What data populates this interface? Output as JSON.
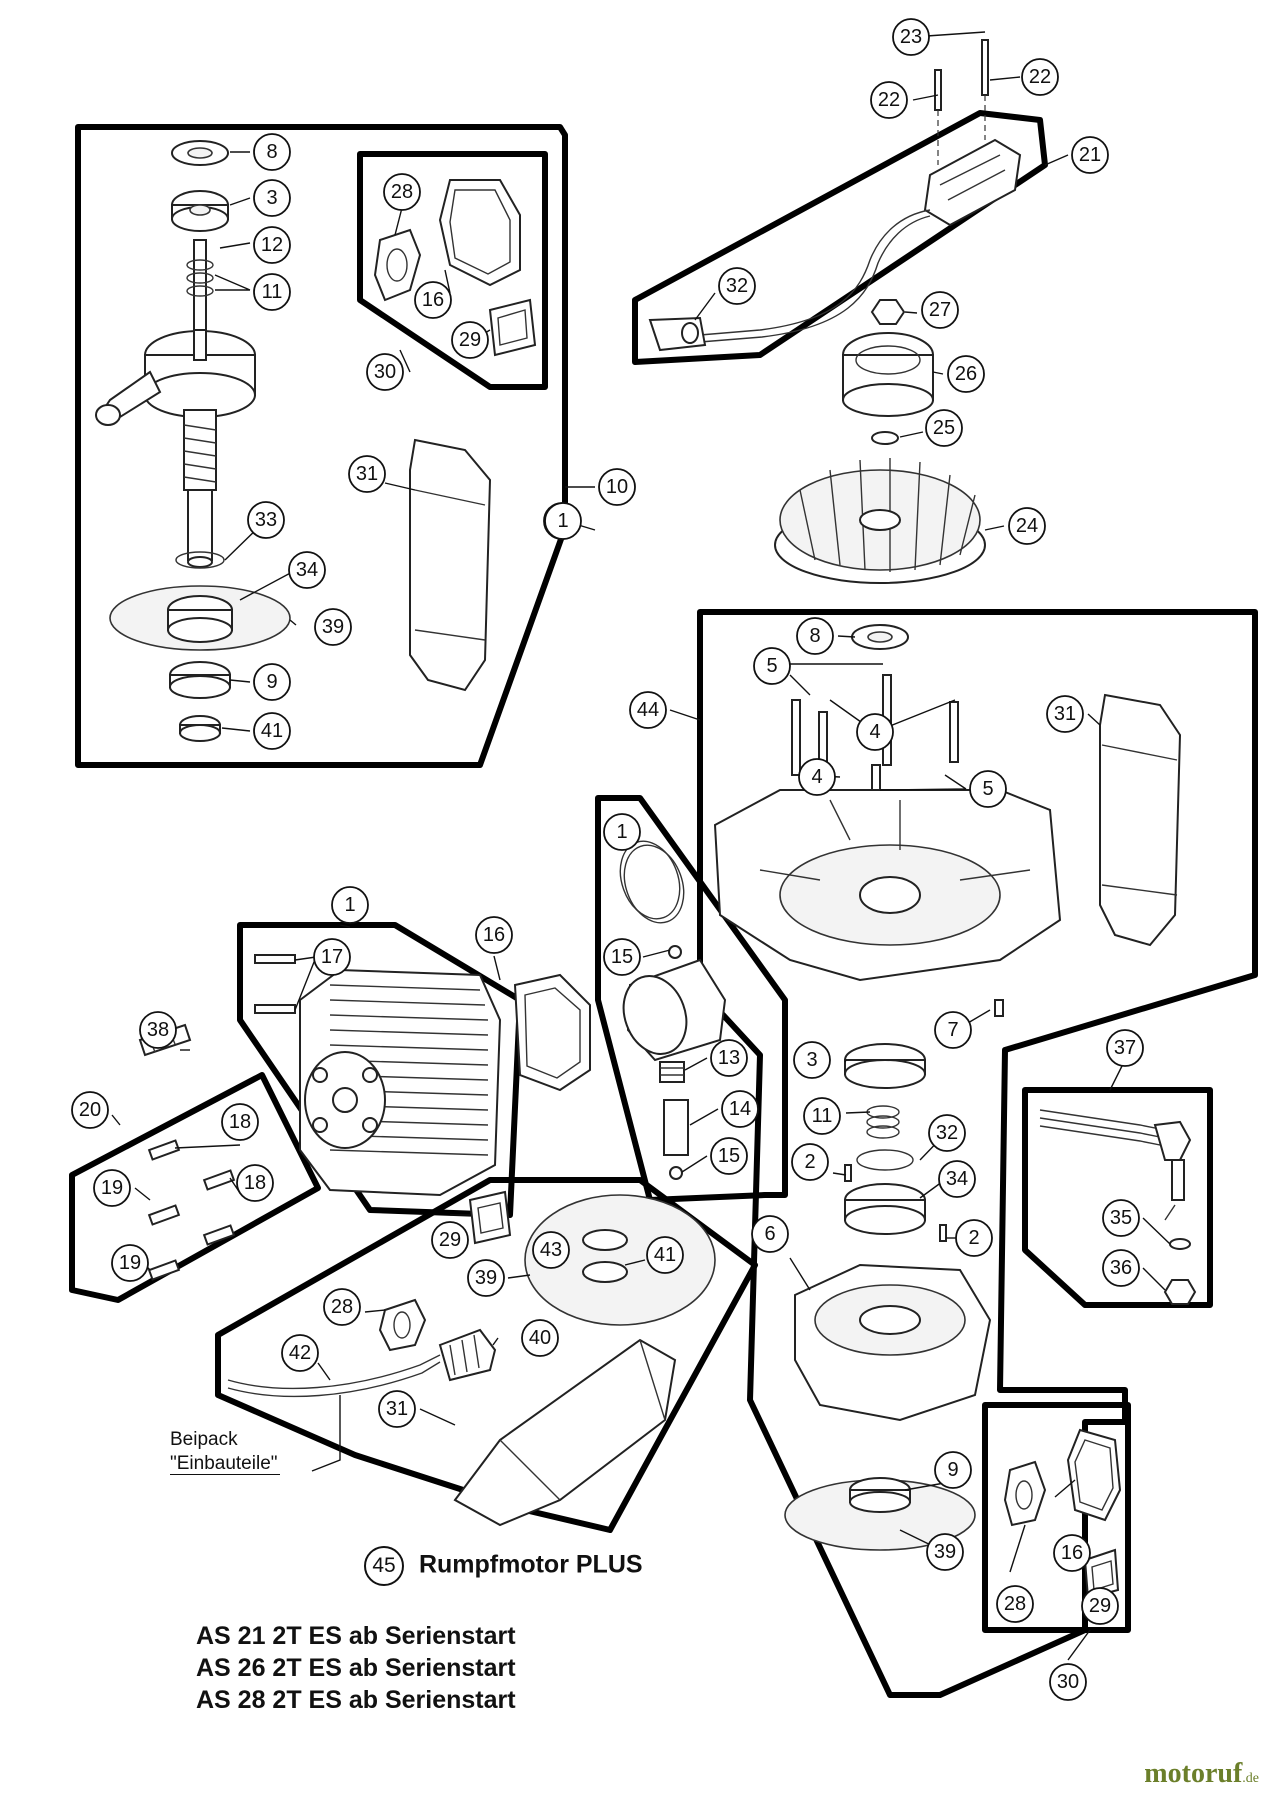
{
  "callouts": [
    "1",
    "2",
    "3",
    "4",
    "5",
    "6",
    "7",
    "8",
    "9",
    "10",
    "11",
    "12",
    "13",
    "14",
    "15",
    "16",
    "17",
    "18",
    "19",
    "20",
    "21",
    "22",
    "23",
    "24",
    "25",
    "26",
    "27",
    "28",
    "29",
    "30",
    "31",
    "32",
    "33",
    "34",
    "35",
    "36",
    "37",
    "38",
    "39",
    "40",
    "41",
    "42",
    "43",
    "44"
  ],
  "title": {
    "number": "45",
    "label": "Rumpfmotor PLUS"
  },
  "models": [
    "AS 21 2T ES ab Serienstart",
    "AS 26 2T ES ab Serienstart",
    "AS 28 2T ES ab Serienstart"
  ],
  "beipack": {
    "line1": "Beipack",
    "line2": "\"Einbauteile\""
  },
  "logo": {
    "name": "motoruf",
    "tld": ".de"
  }
}
